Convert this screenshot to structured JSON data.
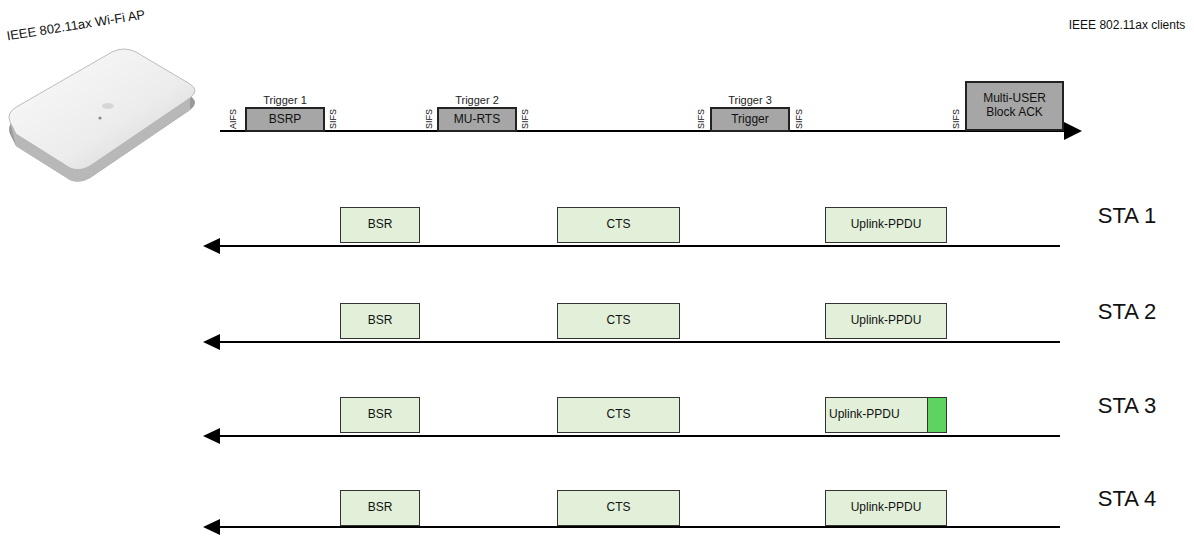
{
  "diagram": {
    "nodes": [
      {
        "text": [
          "Trigger 1",
          "BSRP"
        ]
      },
      {
        "text": [
          "Trigger 2",
          "MU-RTS"
        ]
      },
      {
        "text": [
          "Trigger 3",
          "Trigger"
        ]
      },
      {
        "text": [
          "Multi-USER Block ACK"
        ]
      },
      {
        "text": [
          "BSR"
        ]
      },
      {
        "text": [
          "CTS"
        ]
      },
      {
        "text": [
          "Uplink-PPDU"
        ]
      },
      {
        "text": [
          "BSR"
        ]
      },
      {
        "text": [
          "CTS"
        ]
      },
      {
        "text": [
          "Uplink-PPDU"
        ]
      },
      {
        "text": [
          "BSR"
        ]
      },
      {
        "text": [
          "CTS"
        ]
      },
      {
        "text": [
          "Uplink-PPDU"
        ]
      },
      {
        "text": [
          "BSR"
        ]
      },
      {
        "text": [
          "CTS"
        ]
      },
      {
        "text": [
          "Uplink-PPDU"
        ]
      }
    ],
    "labels": [
      "IEEE 802.11ax Wi-Fi AP",
      "IEEE 802.11ax clients",
      "AIFS",
      "SIFS",
      "SIFS",
      "SIFS",
      "SIFS",
      "SIFS",
      "SIFS",
      "STA 1",
      "STA 2",
      "STA 3",
      "STA 4"
    ]
  }
}
